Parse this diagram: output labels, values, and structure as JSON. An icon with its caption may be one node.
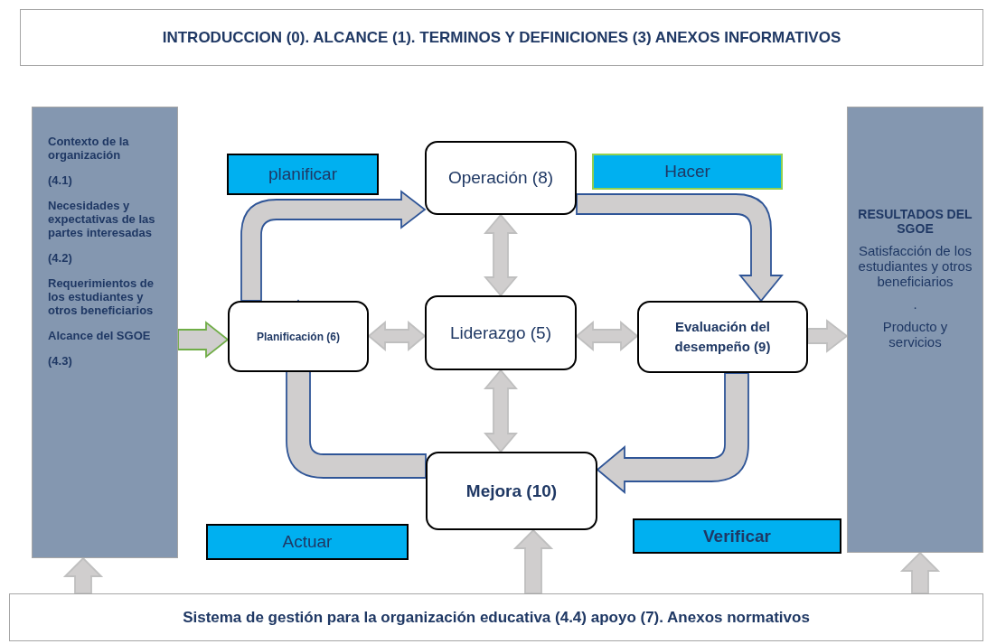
{
  "diagram": {
    "nodes": [
      {
        "text": [
          "INTRODUCCION (0). ALCANCE (1). TERMINOS Y DEFINICIONES (3) ANEXOS INFORMATIVOS"
        ]
      },
      {
        "text": [
          "Contexto de la organización",
          "(4.1)",
          "Necesidades y expectativas de las partes interesadas",
          "(4.2)",
          "Requerimientos de los estudiantes y otros beneficiarios",
          "Alcance del SGOE",
          "(4.3)"
        ]
      },
      {
        "text": [
          "planificar"
        ]
      },
      {
        "text": [
          "Operación (8)"
        ]
      },
      {
        "text": [
          "Hacer"
        ]
      },
      {
        "text": [
          "Planificación (6)"
        ]
      },
      {
        "text": [
          "Liderazgo (5)"
        ]
      },
      {
        "text": [
          "Evaluación del desempeño (9)"
        ]
      },
      {
        "text": [
          "RESULTADOS DEL SGOE",
          "Satisfacción de los estudiantes y otros beneficiarios",
          ".",
          "Producto y servicios"
        ]
      },
      {
        "text": [
          "Mejora (10)"
        ]
      },
      {
        "text": [
          "Actuar"
        ]
      },
      {
        "text": [
          "Verificar"
        ]
      },
      {
        "text": [
          "Sistema de gestión para la organización educativa (4.4) apoyo (7). Anexos normativos"
        ]
      }
    ],
    "edges": [
      {
        "from": 1,
        "to": 5,
        "arrow": "to",
        "color": "#70ad47"
      },
      {
        "from": 5,
        "to": 6,
        "arrow": "both"
      },
      {
        "from": 6,
        "to": 7,
        "arrow": "both"
      },
      {
        "from": 3,
        "to": 6,
        "arrow": "both"
      },
      {
        "from": 6,
        "to": 9,
        "arrow": "both"
      },
      {
        "from": 7,
        "to": 8,
        "arrow": "to"
      },
      {
        "from": 5,
        "to": 3,
        "arrow": "to",
        "color": "#2f5597"
      },
      {
        "from": 3,
        "to": 7,
        "arrow": "to",
        "color": "#2f5597"
      },
      {
        "from": 7,
        "to": 9,
        "arrow": "to",
        "color": "#2f5597"
      },
      {
        "from": 9,
        "to": 5,
        "arrow": "to",
        "color": "#2f5597"
      },
      {
        "from": 12,
        "to": 1,
        "arrow": "to"
      },
      {
        "from": 12,
        "to": 9,
        "arrow": "to"
      },
      {
        "from": 12,
        "to": 8,
        "arrow": "to"
      }
    ]
  }
}
